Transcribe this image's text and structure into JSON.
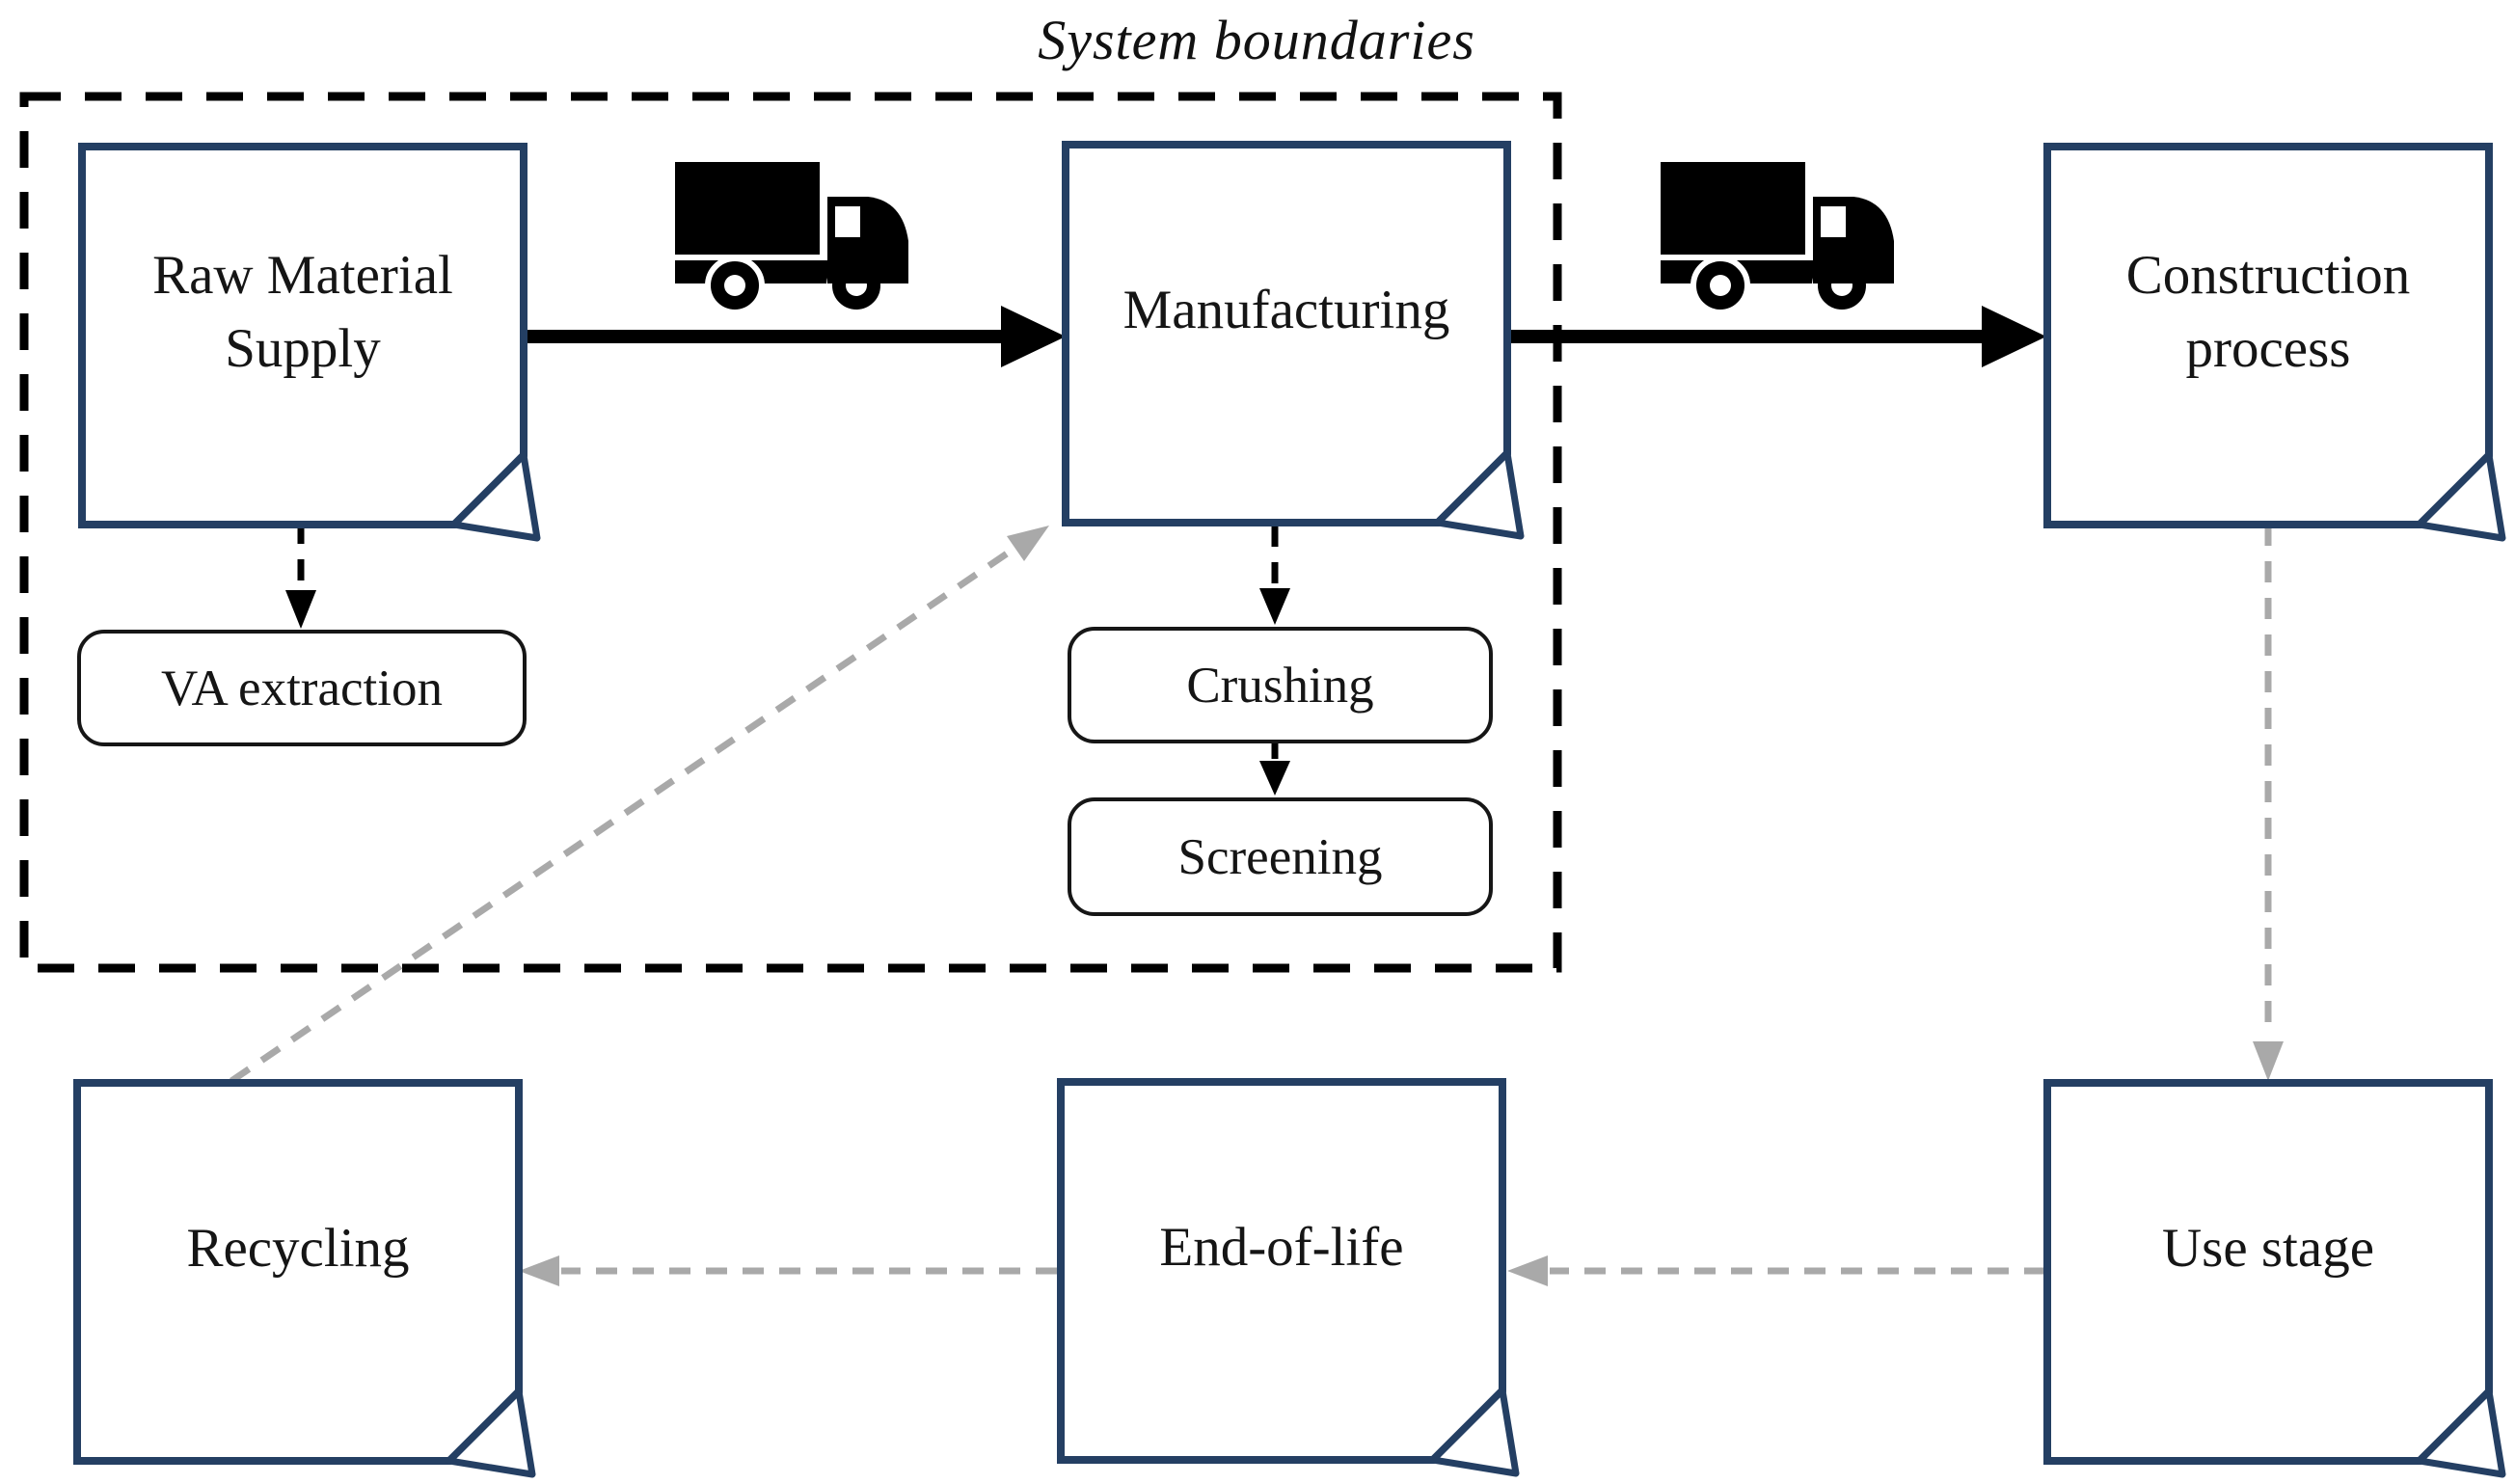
{
  "diagram": {
    "title": "System boundaries",
    "nodes": {
      "raw_material_supply": "Raw Material Supply",
      "manufacturing": "Manufacturing",
      "construction_process": "Construction process",
      "va_extraction": "VA extraction",
      "crushing": "Crushing",
      "screening": "Screening",
      "recycling": "Recycling",
      "end_of_life": "End-of-life",
      "use_stage": "Use stage"
    },
    "edges": [
      {
        "from": "raw_material_supply",
        "to": "manufacturing",
        "style": "solid-black-arrow",
        "icon": "truck-icon"
      },
      {
        "from": "manufacturing",
        "to": "construction_process",
        "style": "solid-black-arrow",
        "icon": "truck-icon"
      },
      {
        "from": "raw_material_supply",
        "to": "va_extraction",
        "style": "dashed-black-arrow"
      },
      {
        "from": "manufacturing",
        "to": "crushing",
        "style": "dashed-black-arrow"
      },
      {
        "from": "crushing",
        "to": "screening",
        "style": "dashed-black-arrow"
      },
      {
        "from": "construction_process",
        "to": "use_stage",
        "style": "dashed-gray-arrow"
      },
      {
        "from": "use_stage",
        "to": "end_of_life",
        "style": "dashed-gray-arrow"
      },
      {
        "from": "end_of_life",
        "to": "recycling",
        "style": "dashed-gray-arrow"
      },
      {
        "from": "recycling",
        "to": "manufacturing",
        "style": "dashed-gray-arrow"
      }
    ],
    "boundary": {
      "label": "System boundaries",
      "contains": [
        "raw_material_supply",
        "manufacturing",
        "va_extraction",
        "crushing",
        "screening"
      ]
    },
    "colors": {
      "box_border": "#243f63",
      "box_fill": "#ffffff",
      "black_arrow": "#000000",
      "gray_arrow": "#a9a9a9",
      "boundary_line": "#000000",
      "text": "#151515",
      "background": "#ffffff"
    }
  }
}
